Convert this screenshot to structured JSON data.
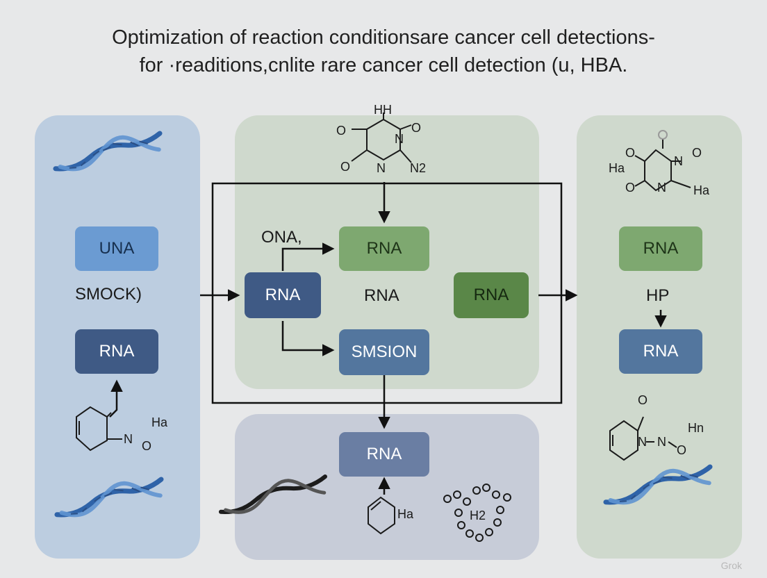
{
  "title": {
    "line1": "Optimization of reaction conditionsare cancer cell detections-",
    "line2": "for ·readitions,cnlite rare cancer cell detection (u, HBA."
  },
  "left_panel": {
    "box_top": "UNA",
    "label": "SMOCK)",
    "box_bottom": "RNA",
    "chem_h": "Ha",
    "chem_n": "N",
    "chem_o": "O"
  },
  "center_panel": {
    "top_molecule": {
      "hh": "HH",
      "o1": "O",
      "n1": "N",
      "o2": "O",
      "o3": "O",
      "n2": "N",
      "n2_sub": "N2"
    },
    "label_ona": "ONA,",
    "box_rna_top": "RNA",
    "box_rna_left": "RNA",
    "label_rna_mid": "RNA",
    "box_rna_right": "RNA",
    "box_smsion": "SMSION"
  },
  "bottom_panel": {
    "box_rna": "RNA",
    "chem_ha": "Ha",
    "chem_h2": "H2"
  },
  "right_panel": {
    "molecule": {
      "o1": "O",
      "n": "N",
      "o2": "O",
      "ha1": "Ha",
      "o3": "O",
      "n2": "N",
      "ha2": "Ha"
    },
    "box_rna_top": "RNA",
    "label_hp": "HP",
    "box_rna_bottom": "RNA",
    "chem_o": "O",
    "chem_hn": "Hn",
    "chem_n1": "N",
    "chem_n2": "N",
    "chem_o2": "O"
  },
  "watermark": "Grok",
  "colors": {
    "background": "#e7e8e9",
    "panel_blue": "#bccde0",
    "panel_green": "#cfd9cd",
    "panel_gray": "#c7ccd8",
    "dna_blue": "#2f63a8",
    "box_navy": "#3f5a85",
    "box_green": "#7ea870"
  }
}
